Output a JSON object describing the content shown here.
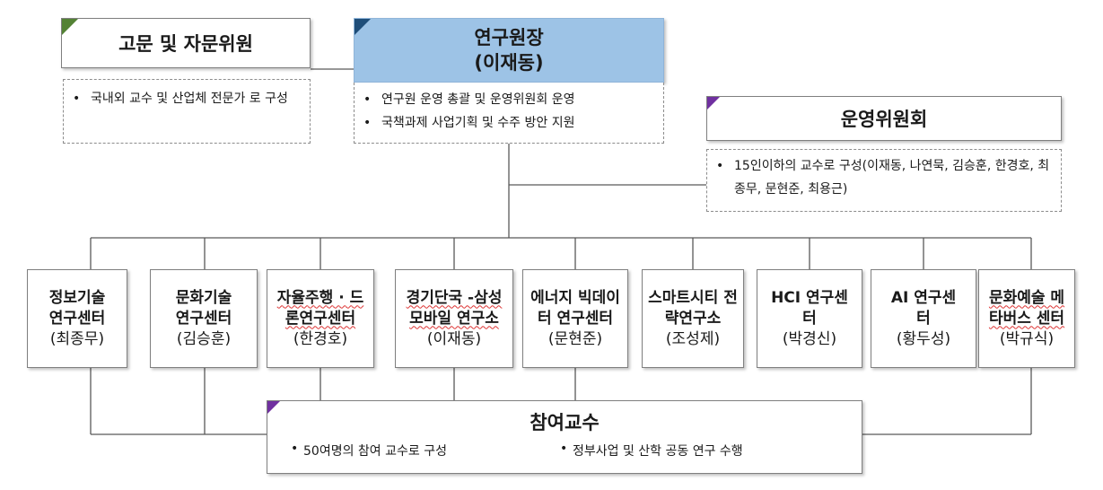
{
  "advisory": {
    "title": "고문 및 자문위원",
    "bullets": [
      "국내외 교수 및 산업체 전문가 로 구성"
    ],
    "corner_color": "#548235"
  },
  "director": {
    "title": "연구원장",
    "name": "(이재동)",
    "bullets": [
      "연구원 운영 총괄 및 운영위원회 운영",
      "국책과제 사업기획 및 수주 방안 지원"
    ],
    "fill_color": "#9dc3e6",
    "corner_color": "#1f4e79"
  },
  "steering": {
    "title": "운영위원회",
    "bullets": [
      "15인이하의 교수로 구성(이재동, 나연묵, 김승훈, 한경호, 최종무, 문현준, 최용근)"
    ],
    "corner_color": "#7030a0"
  },
  "centers": [
    {
      "name": "정보기술 연구센터",
      "person": "(최종무)"
    },
    {
      "name": "문화기술 연구센터",
      "person": "(김승훈)"
    },
    {
      "name": "자율주행 · 드론연구센터",
      "person": "(한경호)"
    },
    {
      "name": "경기단국 -삼성모바일 연구소",
      "person": "(이재동)"
    },
    {
      "name": "에너지 빅데이터 연구센터",
      "person": "(문현준)"
    },
    {
      "name": "스마트시티 전략연구소",
      "person": "(조성제)"
    },
    {
      "name": "HCI 연구센터",
      "person": "(박경신)"
    },
    {
      "name": "AI 연구센터",
      "person": "(황두성)"
    },
    {
      "name": "문화예술 메타버스 센터",
      "person": "(박규식)"
    }
  ],
  "faculty": {
    "title": "참여교수",
    "bullets": [
      "50여명의 참여 교수로 구성",
      "정부사업 및 산학 공동 연구 수행"
    ],
    "corner_color": "#7030a0"
  },
  "line_color": "#595959"
}
